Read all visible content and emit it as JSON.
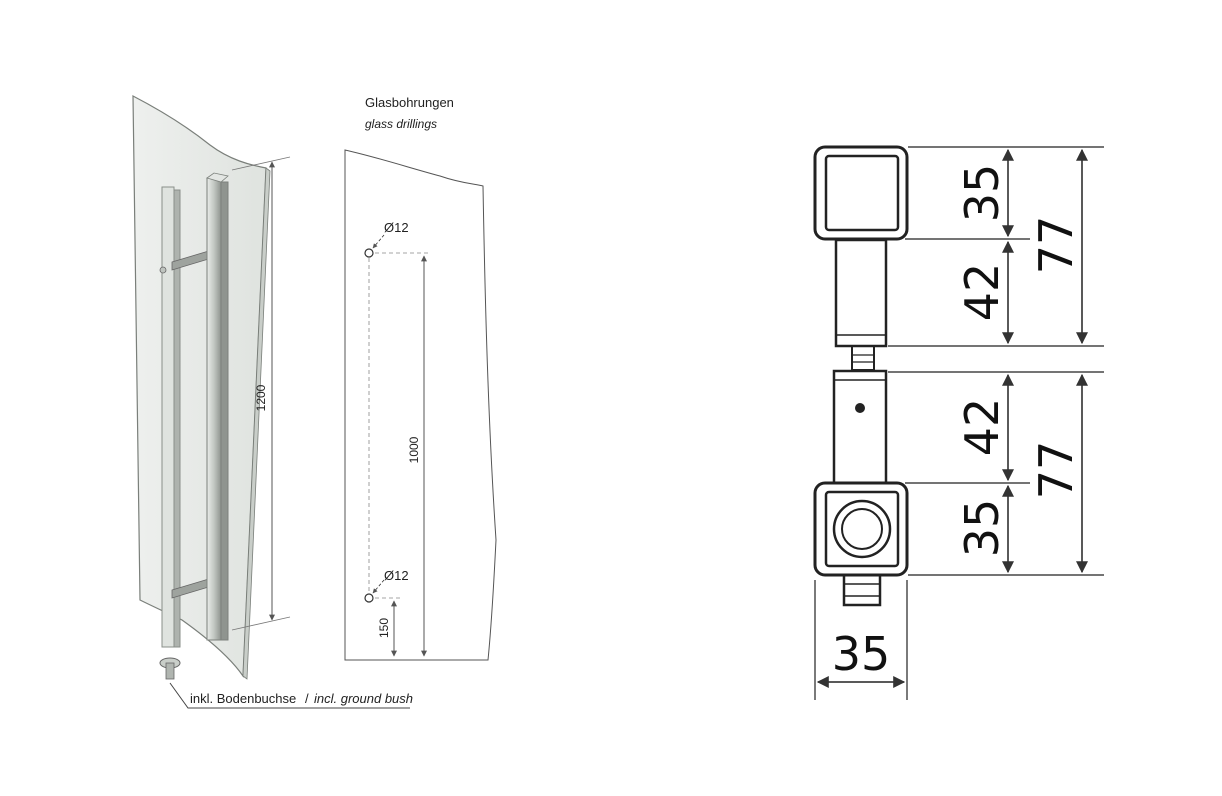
{
  "perspective_view": {
    "height_label": "1200",
    "ground_bush_label_de": "inkl. Bodenbuchse",
    "separator": "/",
    "ground_bush_label_en": "incl. ground bush"
  },
  "drilling_view": {
    "title_de": "Glasbohrungen",
    "title_en": "glass drillings",
    "top_hole_label": "Ø12",
    "bottom_hole_label": "Ø12",
    "hole_spacing_label": "1000",
    "bottom_offset_label": "150"
  },
  "side_view": {
    "top_bar_size": "35",
    "top_standoff": "42",
    "top_total": "77",
    "bottom_standoff": "42",
    "bottom_total": "77",
    "bottom_bar_size": "35",
    "bar_width": "35"
  },
  "colors": {
    "line": "#222222",
    "dim_line": "#555555",
    "glass": "#e8ebe8",
    "steel_light": "#d4d8d4",
    "steel_dark": "#8c918c"
  }
}
